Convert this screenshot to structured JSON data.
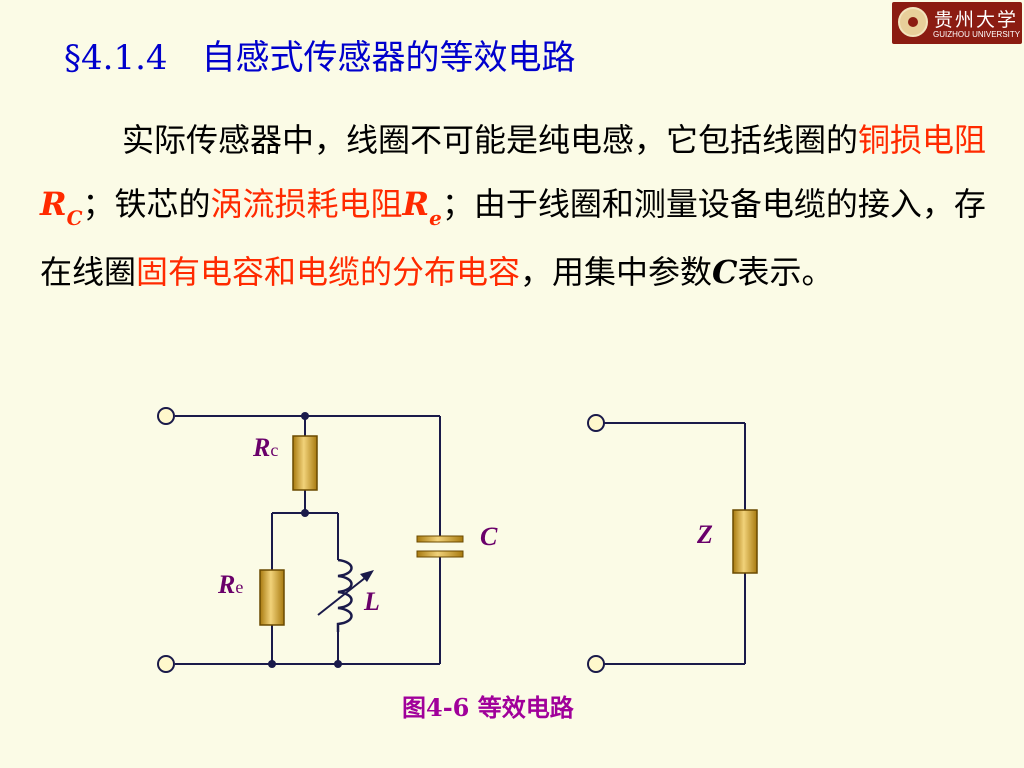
{
  "title": "§4.1.4　自感式传感器的等效电路",
  "logo": {
    "cn": "贵州大学",
    "en": "GUIZHOU UNIVERSITY"
  },
  "paragraph": {
    "s1": "实际传感器中，线圈不可能是纯电感，它包括线圈的",
    "s2": "铜损电阻",
    "s3": "R",
    "s4": "C",
    "s5": "；铁芯的",
    "s6": "涡流损耗电阻",
    "s7": "R",
    "s8": "e",
    "s9": "；由于线圈和测量设备电缆的接入，存在线圈",
    "s10": "固有电容和电缆的分布电容",
    "s11": "，用集中参数",
    "s12": "C",
    "s13": "表示。"
  },
  "labels": {
    "rc_main": "R",
    "rc_sub": "c",
    "re_main": "R",
    "re_sub": "e",
    "l": "L",
    "c": "C",
    "z": "Z"
  },
  "caption": "图4-6 等效电路",
  "colors": {
    "background": "#fbfbe6",
    "title": "#0000cc",
    "highlight": "#ff2a00",
    "label": "#6a006a",
    "caption": "#a0009a",
    "resistor": "#e0b232"
  }
}
